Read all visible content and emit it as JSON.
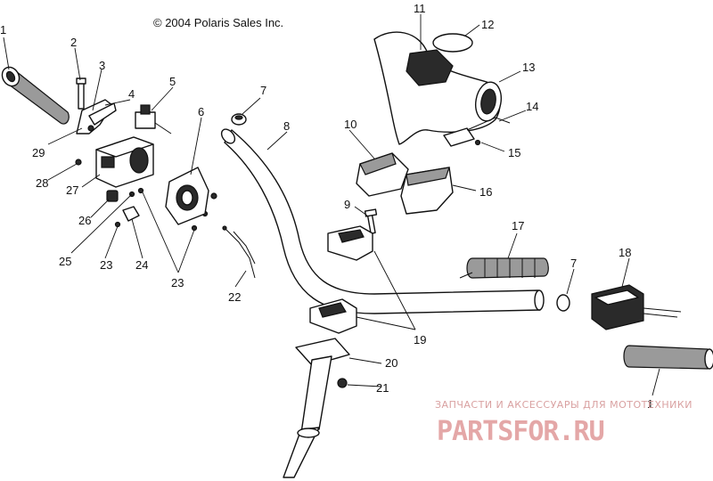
{
  "copyright": "© 2004 Polaris Sales Inc.",
  "watermark": {
    "tagline": "ЗАПЧАСТИ И АКСЕССУАРЫ ДЛЯ МОТОТЕХНИКИ",
    "brand": "PARTSFOR.RU"
  },
  "callouts": [
    "1",
    "2",
    "3",
    "4",
    "5",
    "6",
    "7",
    "8",
    "9",
    "10",
    "11",
    "12",
    "13",
    "14",
    "15",
    "16",
    "17",
    "7",
    "18",
    "29",
    "28",
    "27",
    "26",
    "25",
    "23",
    "24",
    "23",
    "22",
    "19",
    "20",
    "21",
    "1"
  ],
  "colors": {
    "line": "#111111",
    "watermark": "#e4a7a7"
  }
}
